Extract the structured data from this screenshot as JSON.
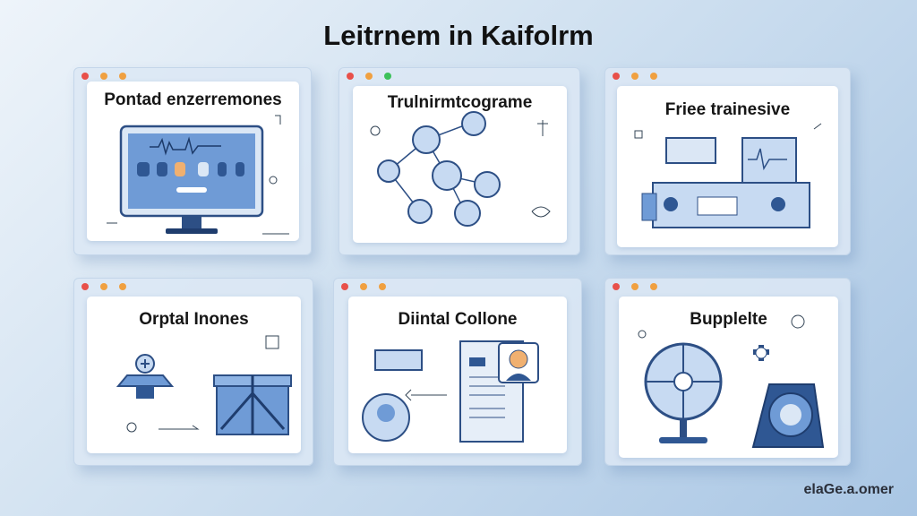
{
  "header": {
    "title": "Leitrnem in Kaifolrm"
  },
  "colors": {
    "red": "#e8504a",
    "orange": "#f0a040",
    "green": "#3cc15a",
    "accent": "#3f6fb5"
  },
  "cards": [
    {
      "title": "Pontad enzerremones",
      "icon": "monitor-icon"
    },
    {
      "title": "Trulnirmtcograme",
      "icon": "network-icon"
    },
    {
      "title": "Friee trainesive",
      "icon": "machine-icon"
    },
    {
      "title": "Orptal Inones",
      "icon": "gift-box-icon"
    },
    {
      "title": "Diintal Collone",
      "icon": "profile-document-icon"
    },
    {
      "title": "Bupplelte",
      "icon": "fan-icon"
    }
  ],
  "footer": {
    "watermark": "elaGe.a.omer"
  }
}
